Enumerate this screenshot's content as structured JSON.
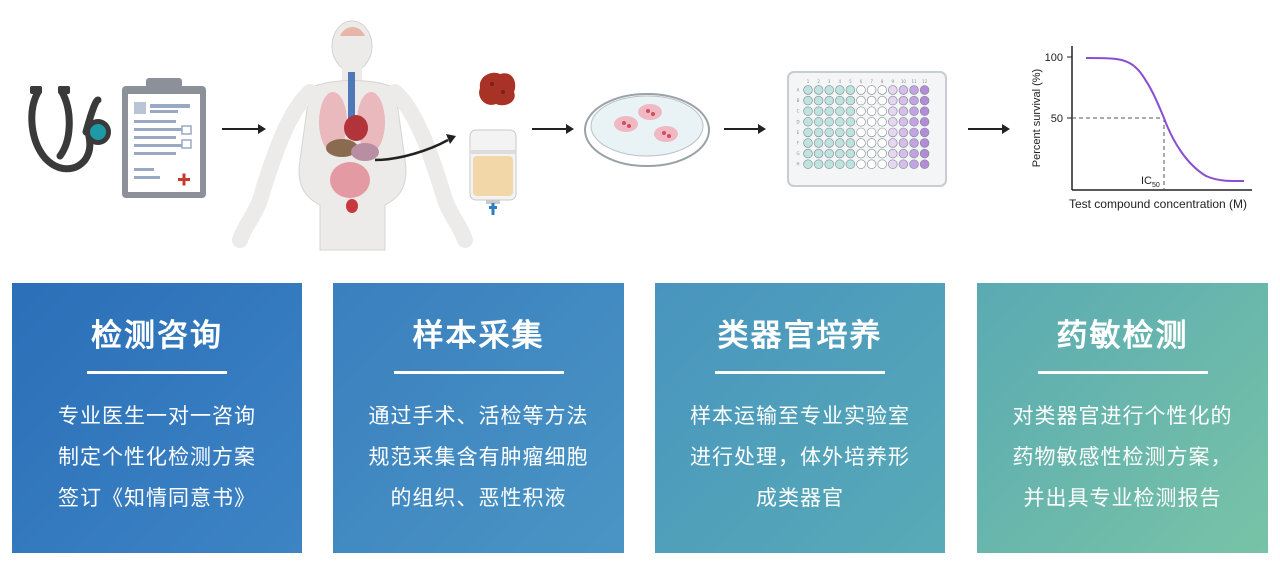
{
  "chart": {
    "ylabel": "Percent survival (%)",
    "xlabel": "Test compound concentration (M)",
    "ytick_100": "100",
    "ytick_50": "50",
    "ic_label": "IC",
    "ic_sub": "50"
  },
  "cards": [
    {
      "title": "检测咨询",
      "lines": [
        "专业医生一对一咨询",
        "制定个性化检测方案",
        "签订《知情同意书》"
      ]
    },
    {
      "title": "样本采集",
      "lines": [
        "通过手术、活检等方法",
        "规范采集含有肿瘤细胞",
        "的组织、恶性积液"
      ]
    },
    {
      "title": "类器官培养",
      "lines": [
        "样本运输至专业实验室",
        "进行处理，体外培养形",
        "成类器官"
      ]
    },
    {
      "title": "药敏检测",
      "lines": [
        "对类器官进行个性化的",
        "药物敏感性检测方案，",
        "并出具专业检测报告"
      ]
    }
  ],
  "colors": {
    "card1": "#2b6fb8",
    "card2": "#3a7fbf",
    "card3": "#4894bf",
    "card4": "#6bb8aa",
    "curve": "#8a4fd1",
    "stethoscope": "#3a3a3a",
    "teal": "#1e9aa6"
  },
  "plate": {
    "columns": [
      "1",
      "2",
      "3",
      "4",
      "5",
      "6",
      "7",
      "8",
      "9",
      "10",
      "11",
      "12"
    ],
    "rows": [
      "A",
      "B",
      "C",
      "D",
      "E",
      "F",
      "G",
      "H"
    ]
  }
}
